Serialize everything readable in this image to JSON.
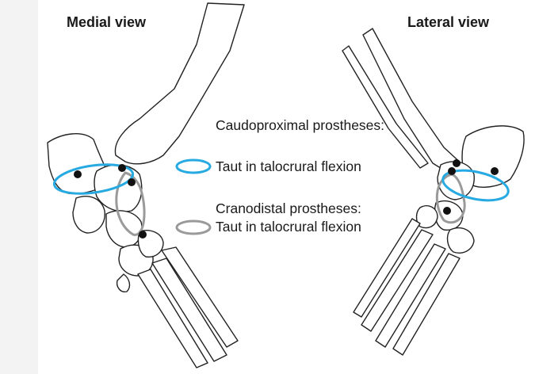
{
  "titles": {
    "medial": "Medial view",
    "lateral": "Lateral view"
  },
  "legend": {
    "caudoproximal": {
      "title": "Caudoproximal prostheses:",
      "description": "Taut in talocrural flexion",
      "color": "#27a9e1"
    },
    "cranodistal": {
      "title": "Cranodistal prostheses:",
      "description": "Taut in talocrural flexion",
      "color": "#9a9a9a"
    }
  },
  "colors": {
    "outline": "#222222",
    "anchor": "#111111",
    "background": "#f3f3f3"
  }
}
